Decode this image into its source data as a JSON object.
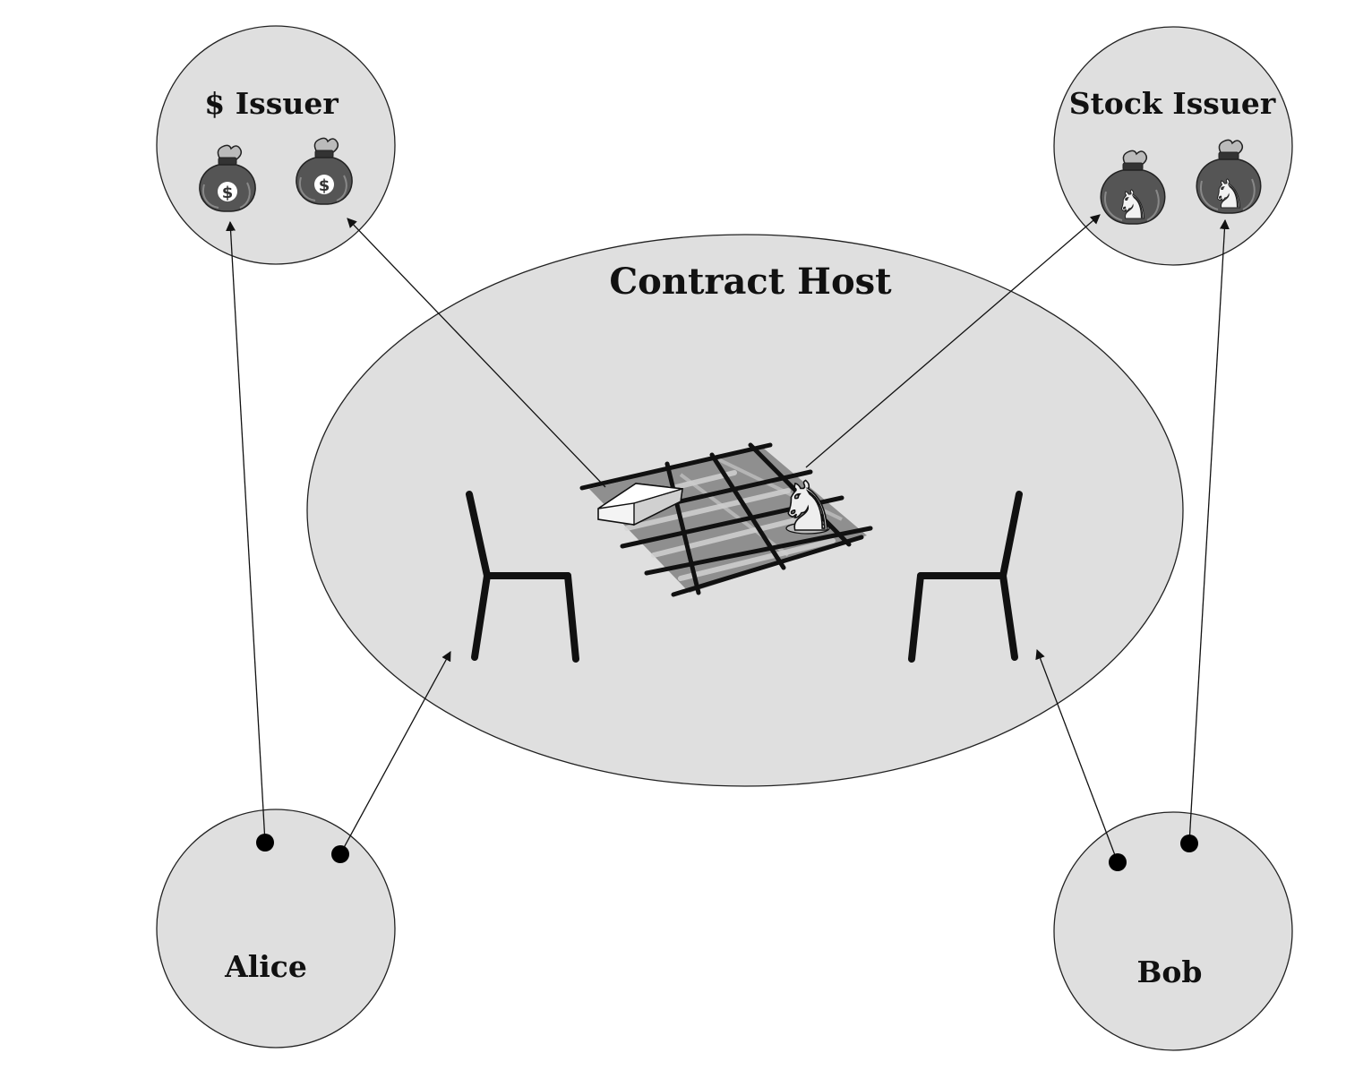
{
  "nodes": {
    "dollar_issuer": {
      "label": "$ Issuer"
    },
    "stock_issuer": {
      "label": "Stock Issuer"
    },
    "contract_host": {
      "label": "Contract Host"
    },
    "alice": {
      "label": "Alice"
    },
    "bob": {
      "label": "Bob"
    }
  },
  "icons": {
    "dollar_bag": {
      "name": "money-bag-icon",
      "symbol": "$"
    },
    "stock_bag": {
      "name": "knight-bag-icon",
      "symbol": "♞"
    },
    "gold_bar": {
      "name": "gold-bar-icon"
    },
    "chessboard": {
      "name": "chessboard-icon"
    },
    "chair": {
      "name": "chair-icon"
    }
  },
  "colors": {
    "node_fill": "#dfdfdf",
    "node_stroke": "#222222",
    "bag_fill": "#555555",
    "board_fill": "#8a8a8a",
    "ink": "#111111"
  }
}
